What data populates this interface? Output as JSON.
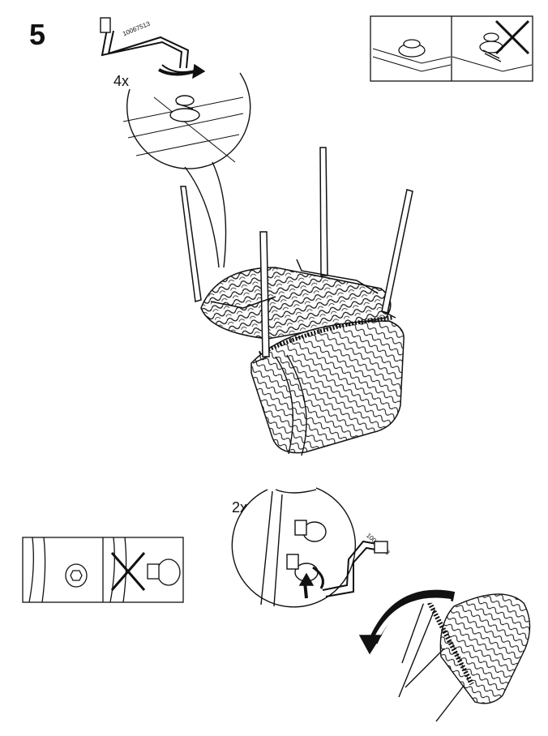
{
  "step": {
    "number": "5"
  },
  "detail_top": {
    "quantity": "4x",
    "part_number": "10067513"
  },
  "detail_bottom": {
    "quantity": "2x",
    "part_number": "10067513"
  },
  "icons": [
    "allen-key-icon",
    "bolt-icon",
    "rotate-arrow-icon",
    "cross-out-icon",
    "flip-arrow-icon"
  ],
  "colors": {
    "ink": "#111111",
    "paper": "#ffffff"
  }
}
